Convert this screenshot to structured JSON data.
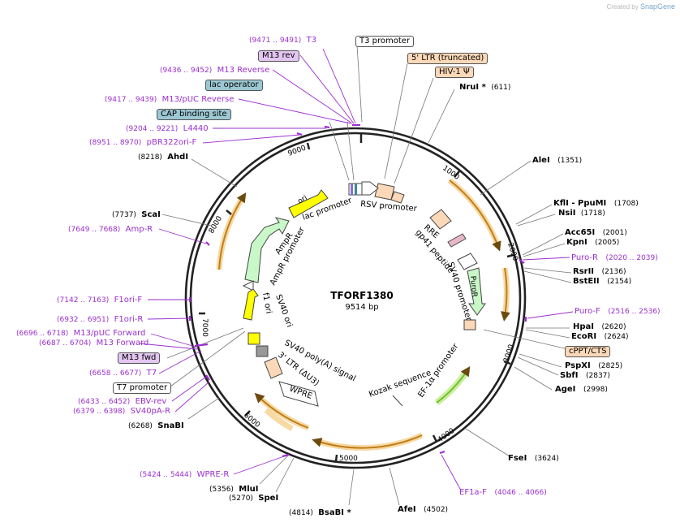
{
  "credit": {
    "prefix": "Created by",
    "brand": "SnapGene"
  },
  "plasmid": {
    "name": "TFORF1380",
    "size": "9514 bp"
  },
  "ticks": [
    "1000",
    "2000",
    "3000",
    "4000",
    "5000",
    "6000",
    "7000",
    "8000",
    "9000"
  ],
  "sites": [
    {
      "name": "NruI *",
      "pos": "(611)"
    },
    {
      "name": "AleI",
      "pos": "(1351)"
    },
    {
      "name": "KflI - PpuMI",
      "pos": "(1708)"
    },
    {
      "name": "NsiI",
      "pos": "(1718)"
    },
    {
      "name": "Acc65I",
      "pos": "(2001)"
    },
    {
      "name": "KpnI",
      "pos": "(2005)"
    },
    {
      "name": "RsrII",
      "pos": "(2136)"
    },
    {
      "name": "BstEII",
      "pos": "(2154)"
    },
    {
      "name": "HpaI",
      "pos": "(2620)"
    },
    {
      "name": "EcoRI",
      "pos": "(2624)"
    },
    {
      "name": "PspXI",
      "pos": "(2825)"
    },
    {
      "name": "SbfI",
      "pos": "(2837)"
    },
    {
      "name": "AgeI",
      "pos": "(2998)"
    },
    {
      "name": "FseI",
      "pos": "(3624)"
    },
    {
      "name": "AfeI",
      "pos": "(4502)"
    },
    {
      "name": "BsaBI *",
      "pos": "(4814)"
    },
    {
      "name": "SpeI",
      "pos": "(5270)"
    },
    {
      "name": "MluI",
      "pos": "(5356)"
    },
    {
      "name": "SnaBI",
      "pos": "(6268)"
    },
    {
      "name": "ScaI",
      "pos": "(7737)"
    },
    {
      "name": "AhdI",
      "pos": "(8218)"
    }
  ],
  "primers": [
    {
      "name": "T3",
      "pos": "(9471 .. 9491)"
    },
    {
      "name": "M13 Reverse",
      "pos": "(9436 .. 9452)"
    },
    {
      "name": "M13/pUC Reverse",
      "pos": "(9417 .. 9439)"
    },
    {
      "name": "L4440",
      "pos": "(9204 .. 9221)"
    },
    {
      "name": "pBR322ori-F",
      "pos": "(8951 .. 8970)"
    },
    {
      "name": "Amp-R",
      "pos": "(7649 .. 7668)"
    },
    {
      "name": "F1ori-F",
      "pos": "(7142 .. 7163)"
    },
    {
      "name": "F1ori-R",
      "pos": "(6932 .. 6951)"
    },
    {
      "name": "M13/pUC Forward",
      "pos": "(6696 .. 6718)"
    },
    {
      "name": "M13 Forward",
      "pos": "(6687 .. 6704)"
    },
    {
      "name": "T7",
      "pos": "(6658 .. 6677)"
    },
    {
      "name": "EBV-rev",
      "pos": "(6433 .. 6452)"
    },
    {
      "name": "SV40pA-R",
      "pos": "(6379 .. 6398)"
    },
    {
      "name": "WPRE-R",
      "pos": "(5424 .. 5444)"
    },
    {
      "name": "EF1a-F",
      "pos": "(4046 .. 4066)"
    },
    {
      "name": "Puro-R",
      "pos": "(2020 .. 2039)"
    },
    {
      "name": "Puro-F",
      "pos": "(2516 .. 2536)"
    }
  ],
  "boxes": [
    {
      "label": "M13 rev"
    },
    {
      "label": "lac operator"
    },
    {
      "label": "CAP binding site"
    },
    {
      "label": "T3 promoter"
    },
    {
      "label": "5' LTR (truncated)"
    },
    {
      "label": "HIV-1 Ψ"
    },
    {
      "label": "cPPT/CTS"
    },
    {
      "label": "M13 fwd"
    },
    {
      "label": "T7 promoter"
    }
  ],
  "features": [
    {
      "label": "ori"
    },
    {
      "label": "lac promoter"
    },
    {
      "label": "RSV promoter"
    },
    {
      "label": "RRE"
    },
    {
      "label": "gp41 peptide"
    },
    {
      "label": "SV40 promoter"
    },
    {
      "label": "PuroR"
    },
    {
      "label": "EF-1α promoter"
    },
    {
      "label": "Kozak sequence"
    },
    {
      "label": "WPRE"
    },
    {
      "label": "3' LTR (ΔU3)"
    },
    {
      "label": "SV40 poly(A) signal"
    },
    {
      "label": "SV40 ori"
    },
    {
      "label": "f1 ori"
    },
    {
      "label": "AmpR promoter"
    },
    {
      "label": "AmpR"
    }
  ],
  "colors": {
    "primer": "#9b2fcf",
    "enzyme": "#000000",
    "orf": "#e8a33a",
    "orf_glow": "#f7d9a3",
    "ltr": "#fbd8b8",
    "lac_op": "#9cc8d3",
    "ori": "#ffff00",
    "ampr": "#c6f5c6",
    "ef1a": "#88dd55"
  }
}
